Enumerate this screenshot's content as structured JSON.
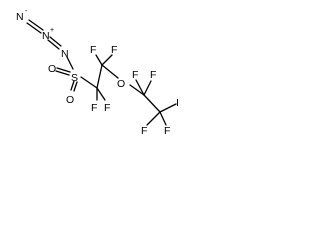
{
  "structure": {
    "atom_labels": {
      "n1": "N",
      "n1_charge": "-",
      "n2": "N",
      "n2_charge": "+",
      "n3": "N",
      "s": "S",
      "o_sulfonyl_1": "O",
      "o_sulfonyl_2": "O",
      "f_c1_upper": "F",
      "f_c1_lower": "F",
      "f_c2_upper_left": "F",
      "f_c2_upper_right": "F",
      "o_ether": "O",
      "f_c3_upper_left": "F",
      "f_c3_upper_right": "F",
      "i": "I",
      "f_c4_lower_left": "F",
      "f_c4_lower_right": "F"
    }
  }
}
